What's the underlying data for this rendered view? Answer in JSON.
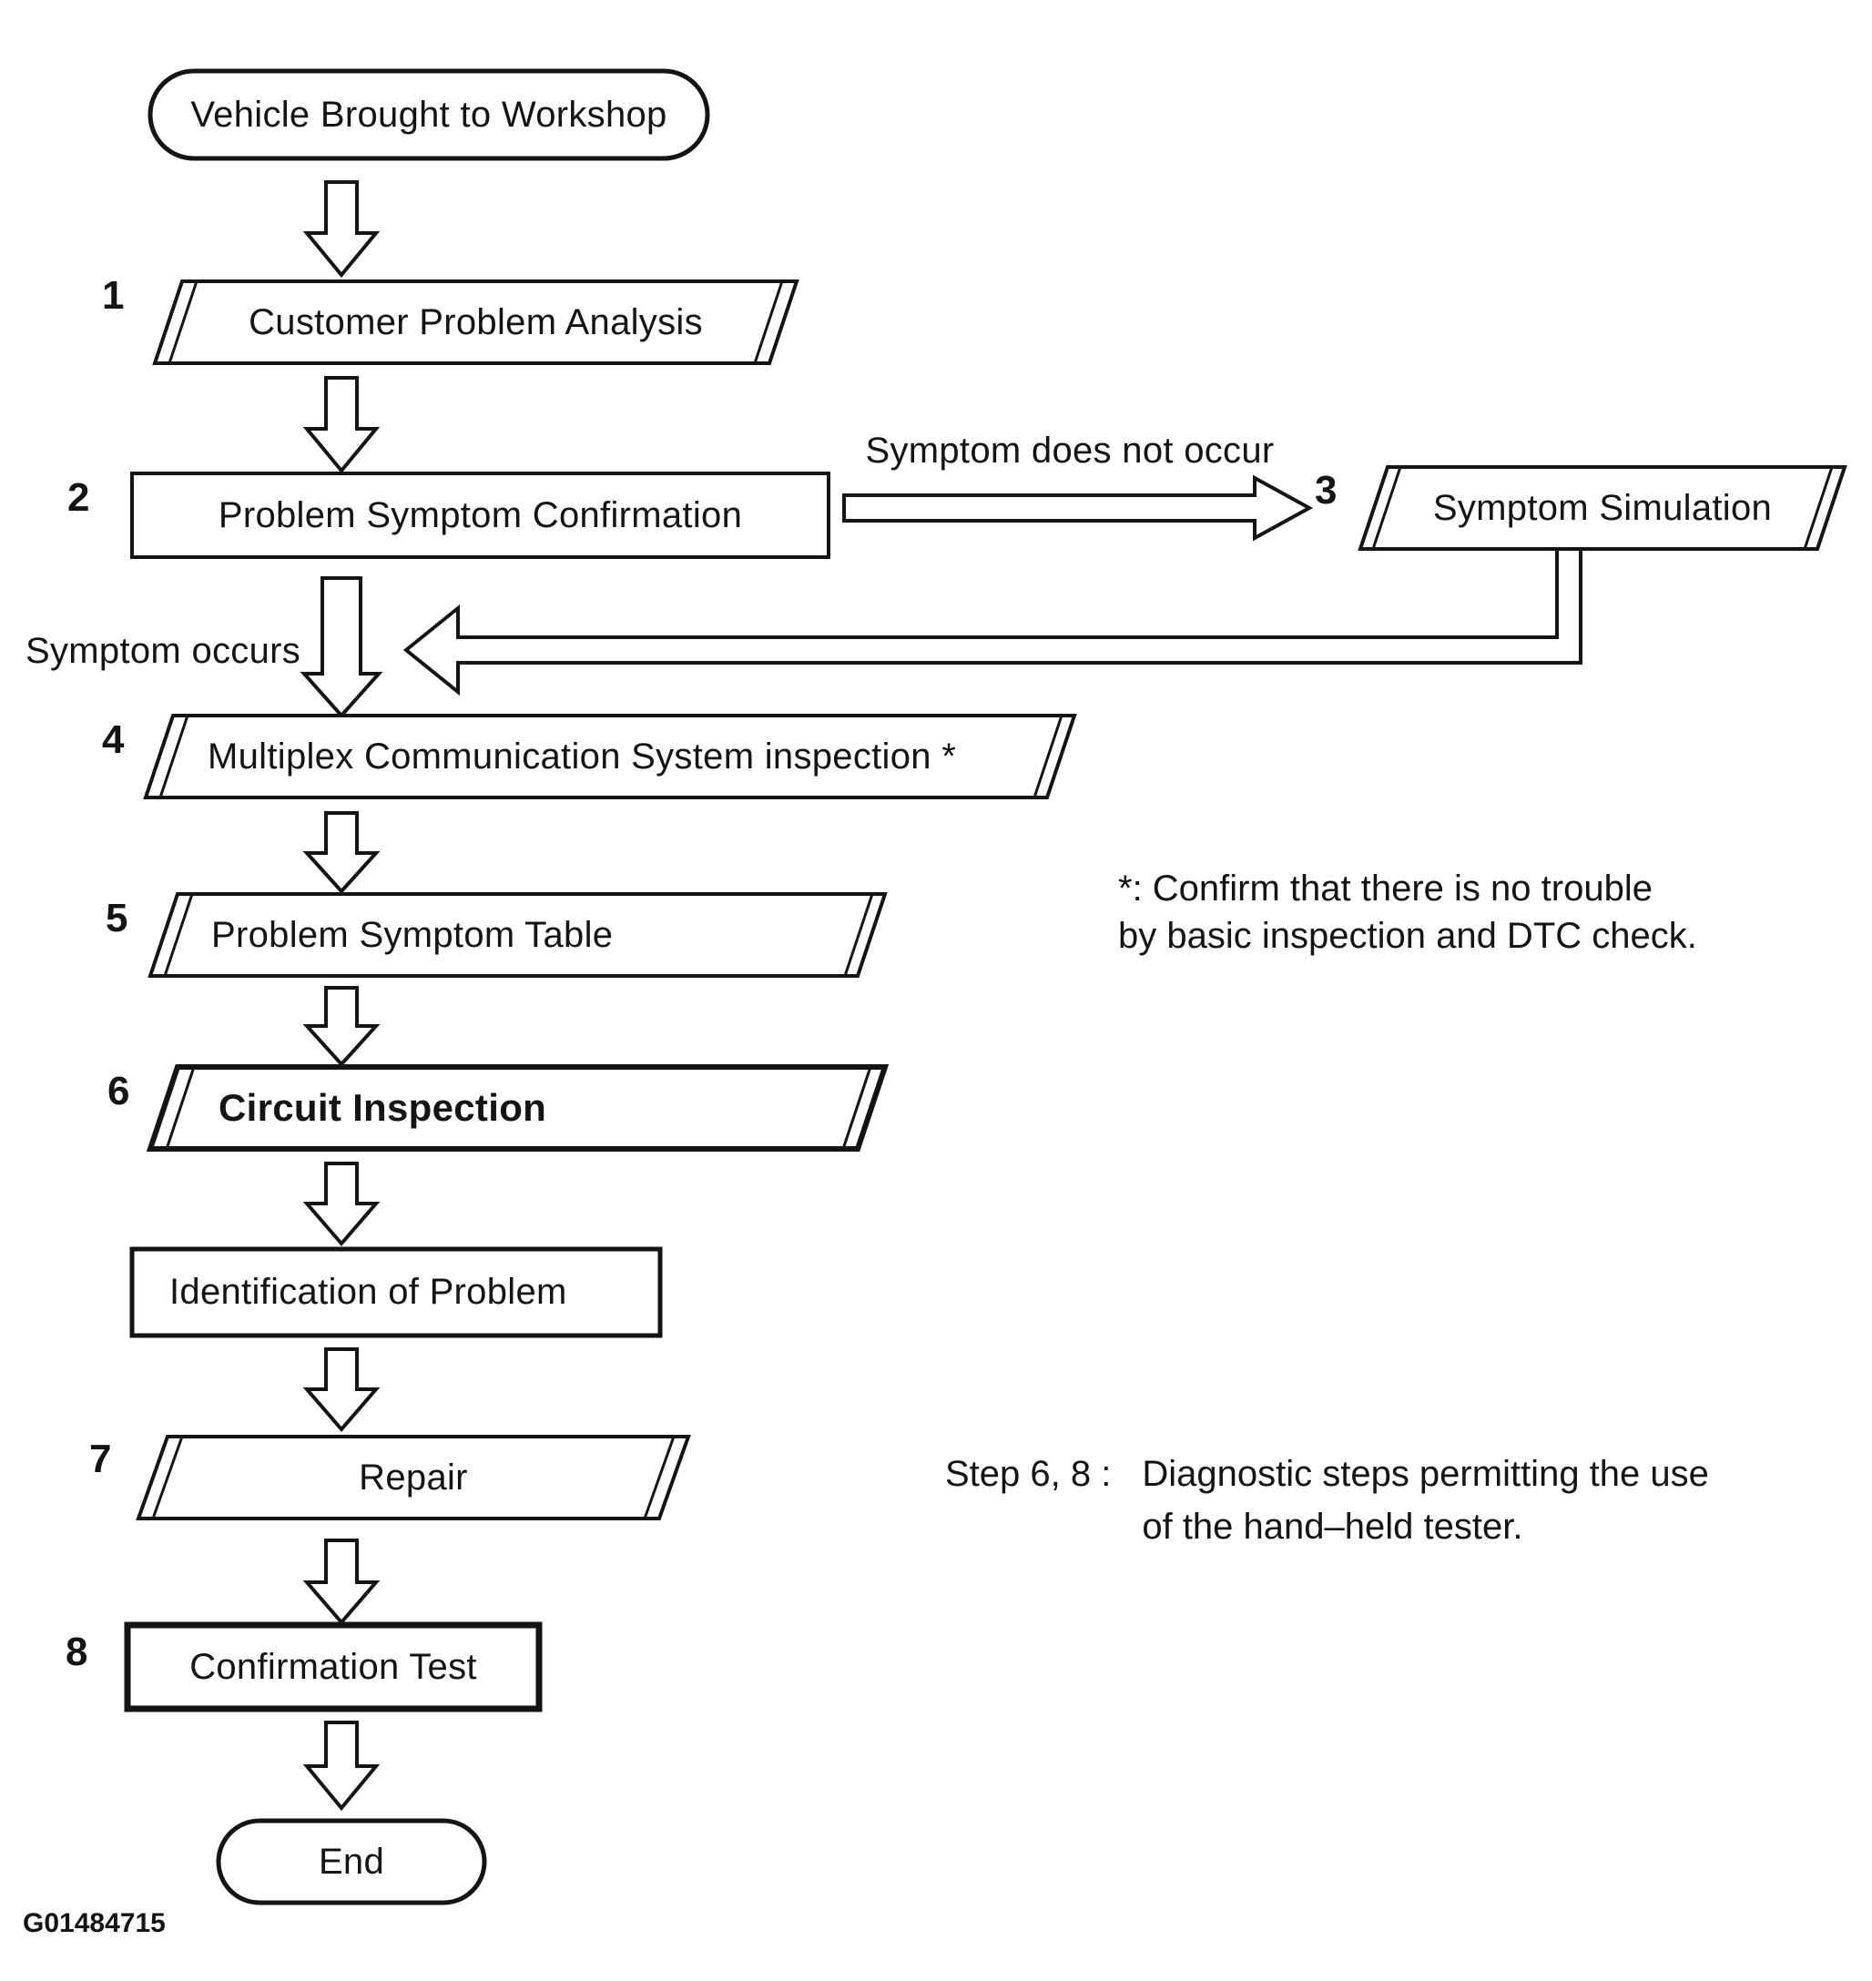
{
  "diagram": {
    "figure_id": "G01484715",
    "nodes": {
      "start": {
        "label": "Vehicle Brought to Workshop"
      },
      "step1": {
        "number": "1",
        "label": "Customer Problem Analysis"
      },
      "step2": {
        "number": "2",
        "label": "Problem Symptom Confirmation"
      },
      "step3": {
        "number": "3",
        "label": "Symptom Simulation"
      },
      "step4": {
        "number": "4",
        "label": "Multiplex Communication System inspection *"
      },
      "step5": {
        "number": "5",
        "label": "Problem Symptom Table"
      },
      "step6": {
        "number": "6",
        "label": "Circuit Inspection"
      },
      "identification": {
        "label": "Identification of Problem"
      },
      "step7": {
        "number": "7",
        "label": "Repair"
      },
      "step8": {
        "number": "8",
        "label": "Confirmation Test"
      },
      "end": {
        "label": "End"
      }
    },
    "edges": {
      "symptom_does_not_occur": "Symptom does not occur",
      "symptom_occurs": "Symptom occurs"
    },
    "notes": {
      "asterisk_line1": "*: Confirm that there is no trouble",
      "asterisk_line2": "by basic inspection and DTC check.",
      "step68_label": "Step 6, 8 :",
      "step68_line1": "Diagnostic steps permitting the use",
      "step68_line2": "of the hand–held tester."
    },
    "ink_color": "#141414"
  }
}
